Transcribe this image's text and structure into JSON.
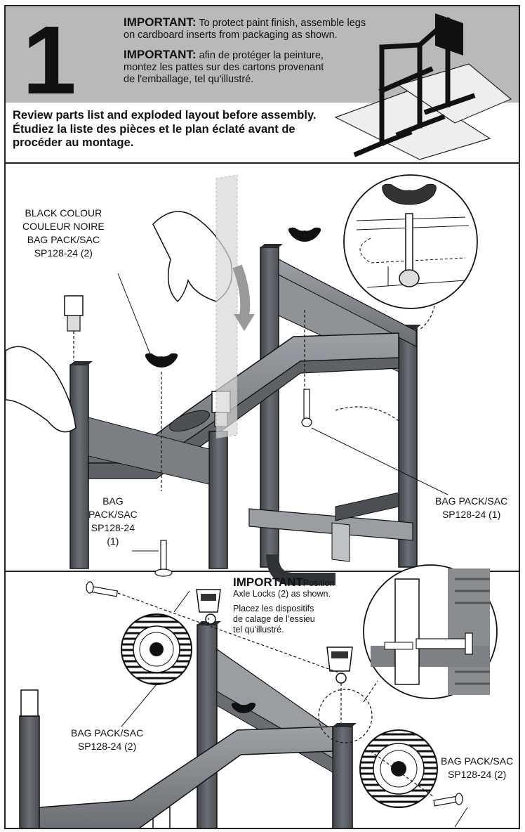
{
  "step": {
    "number": "1"
  },
  "important_en": {
    "label": "IMPORTANT:",
    "text": "To protect paint finish, assemble legs on cardboard inserts from packaging as shown.",
    "line1": "To protect paint finish, assemble legs",
    "line2": "on cardboard inserts from packaging as shown."
  },
  "important_fr": {
    "label": "IMPORTANT:",
    "line1": "afin de protéger la peinture,",
    "line2": "montez les pattes sur des cartons provenant",
    "line3": "de l'emballage, tel qu'illustré."
  },
  "review": {
    "en": "Review parts list and exploded layout before assembly.",
    "fr1": "Étudiez la liste des pièces et le plan éclaté avant de",
    "fr2": "procéder au montage."
  },
  "callouts": {
    "black_colour": {
      "l1": "BLACK COLOUR",
      "l2": "COULEUR NOIRE",
      "l3": "BAG PACK/SAC",
      "l4": "SP128-24 (2)"
    },
    "bag_left": {
      "l1": "BAG",
      "l2": "PACK/SAC",
      "l3": "SP128-24",
      "l4": "(1)"
    },
    "bag_right": {
      "l1": "BAG PACK/SAC",
      "l2": "SP128-24 (1)"
    },
    "bag_wheel_left": {
      "l1": "BAG PACK/SAC",
      "l2": "SP128-24 (2)"
    },
    "bag_wheel_right": {
      "l1": "BAG PACK/SAC",
      "l2": "SP128-24 (2)"
    }
  },
  "important2": {
    "label": "IMPORTANT",
    "en1": "Position",
    "en2": "Axle Locks (2) as shown.",
    "fr1": "Placez les dispositifs",
    "fr2": "de calage de l’essieu",
    "fr3": "tel qu'illustré."
  },
  "colors": {
    "frame": "#555a60",
    "band": "#b9b9b9",
    "ink": "#111111"
  }
}
